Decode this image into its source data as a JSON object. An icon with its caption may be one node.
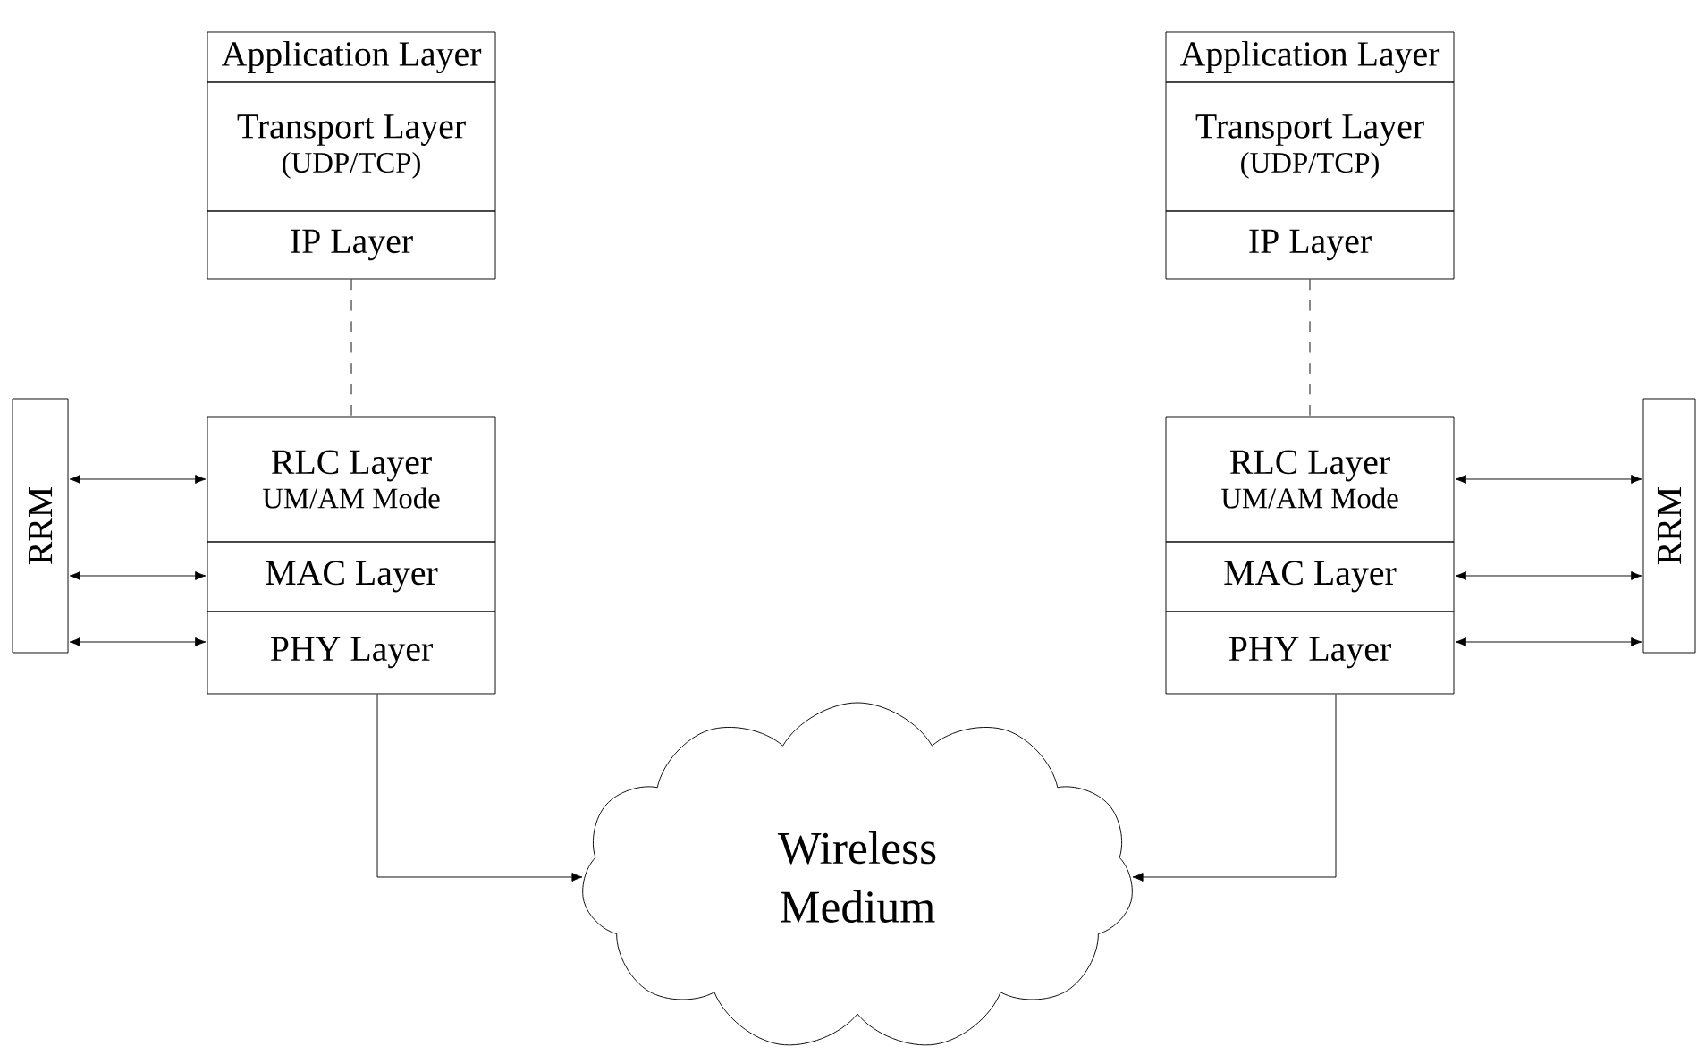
{
  "diagram": {
    "nodes": [
      {
        "text": [
          "Application Layer"
        ]
      },
      {
        "text": [
          "Transport Layer",
          "(UDP/TCP)"
        ]
      },
      {
        "text": [
          "IP Layer"
        ]
      },
      {
        "text": [
          "Application Layer"
        ]
      },
      {
        "text": [
          "Transport Layer",
          "(UDP/TCP)"
        ]
      },
      {
        "text": [
          "IP Layer"
        ]
      },
      {
        "text": [
          "RRM"
        ]
      },
      {
        "text": [
          "RLC Layer",
          "UM/AM Mode"
        ]
      },
      {
        "text": [
          "MAC Layer"
        ]
      },
      {
        "text": [
          "PHY Layer"
        ]
      },
      {
        "text": [
          "RLC Layer",
          "UM/AM Mode"
        ]
      },
      {
        "text": [
          "MAC Layer"
        ]
      },
      {
        "text": [
          "PHY Layer"
        ]
      },
      {
        "text": [
          "RRM"
        ]
      },
      {
        "text": [
          "Wireless Medium"
        ]
      }
    ],
    "edges": [
      {
        "from": 2,
        "to": 7,
        "arrow": "none",
        "style": "dashed"
      },
      {
        "from": 5,
        "to": 10,
        "arrow": "none",
        "style": "dashed"
      },
      {
        "from": 6,
        "to": 7,
        "arrow": "both"
      },
      {
        "from": 6,
        "to": 8,
        "arrow": "both"
      },
      {
        "from": 6,
        "to": 9,
        "arrow": "both"
      },
      {
        "from": 10,
        "to": 13,
        "arrow": "both"
      },
      {
        "from": 11,
        "to": 13,
        "arrow": "both"
      },
      {
        "from": 12,
        "to": 13,
        "arrow": "both"
      },
      {
        "from": 9,
        "to": 14,
        "arrow": "to"
      },
      {
        "from": 12,
        "to": 14,
        "arrow": "to"
      }
    ]
  }
}
